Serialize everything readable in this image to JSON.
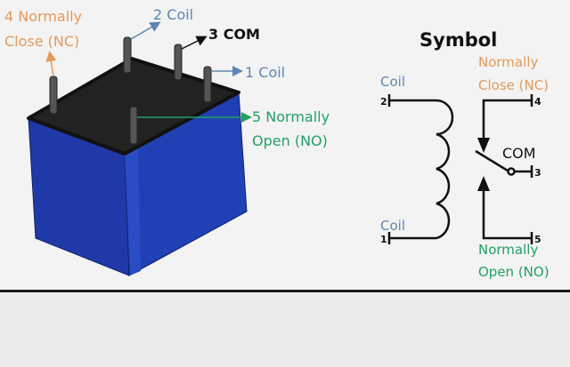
{
  "colors": {
    "nc": "#e29a5a",
    "coil": "#5e86b0",
    "com": "#111111",
    "no": "#22a064",
    "body": "#1f3aa8",
    "top": "#222222"
  },
  "relay": {
    "nc": {
      "line1": "4 Normally",
      "line2": "Close (NC)"
    },
    "coil2": "2 Coil",
    "com": "3 COM",
    "coil1": "1 Coil",
    "no": {
      "line1": "5 Normally",
      "line2": "Open (NO)"
    }
  },
  "symbol": {
    "title": "Symbol",
    "coil_top": "Coil",
    "coil_bottom": "Coil",
    "pin2": "2",
    "pin1": "1",
    "pin4": "4",
    "pin3": "3",
    "pin5": "5",
    "nc": {
      "line1": "Normally",
      "line2": "Close (NC)"
    },
    "com": "COM",
    "no": {
      "line1": "Normally",
      "line2": "Open (NO)"
    }
  }
}
